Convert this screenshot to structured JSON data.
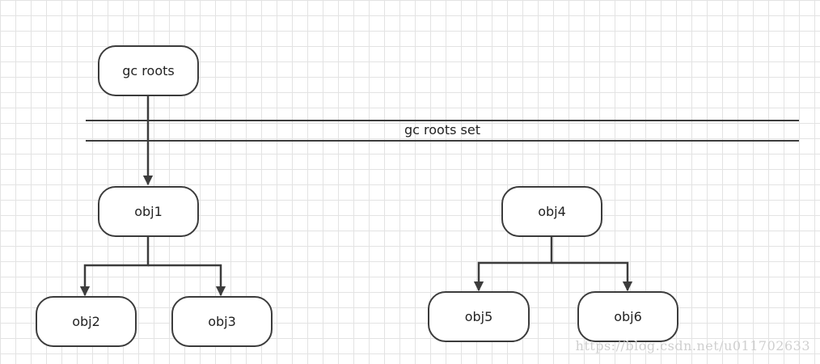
{
  "diagram": {
    "band_label": "gc roots set",
    "nodes": {
      "gc_roots": "gc roots",
      "obj1": "obj1",
      "obj2": "obj2",
      "obj3": "obj3",
      "obj4": "obj4",
      "obj5": "obj5",
      "obj6": "obj6"
    },
    "edges": [
      {
        "from": "gc roots",
        "to": "obj1"
      },
      {
        "from": "obj1",
        "to": "obj2"
      },
      {
        "from": "obj1",
        "to": "obj3"
      },
      {
        "from": "obj4",
        "to": "obj5"
      },
      {
        "from": "obj4",
        "to": "obj6"
      }
    ]
  },
  "watermark": "https://blog.csdn.net/u011702633",
  "colors": {
    "stroke": "#3c3c3c",
    "grid": "#e3e3e3",
    "watermark": "#cfcfcf"
  }
}
